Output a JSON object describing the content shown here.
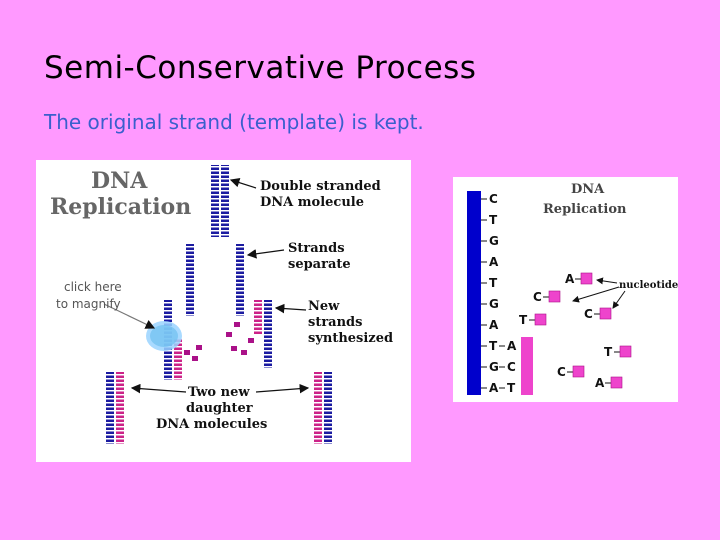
{
  "slide": {
    "title": "Semi-Conservative Process",
    "subtitle": "The original strand (template) is kept."
  },
  "left_diagram": {
    "heading_line1": "DNA",
    "heading_line2": "Replication",
    "magnify_line1": "click here",
    "magnify_line2": "to magnify",
    "label_double_line1": "Double stranded",
    "label_double_line2": "DNA molecule",
    "label_separate_line1": "Strands",
    "label_separate_line2": "separate",
    "label_new_line1": "New",
    "label_new_line2": "strands",
    "label_new_line3": "synthesized",
    "label_daughter_line1": "Two new",
    "label_daughter_line2": "daughter",
    "label_daughter_line3": "DNA molecules"
  },
  "right_diagram": {
    "heading_line1": "DNA",
    "heading_line2": "Replication",
    "template_bases": [
      "C",
      "T",
      "G",
      "A",
      "T",
      "G",
      "A",
      "T",
      "G",
      "A"
    ],
    "paired_bases": [
      "A",
      "C",
      "T"
    ],
    "free_nucleotides": [
      "A",
      "C",
      "T",
      "C",
      "T",
      "C",
      "A"
    ],
    "nucleotides_label": "nucleotides"
  },
  "colors": {
    "background": "#ff99ff",
    "template_strand": "#0000cc",
    "new_strand": "#ee44cc",
    "subtitle": "#3a5fcd"
  }
}
